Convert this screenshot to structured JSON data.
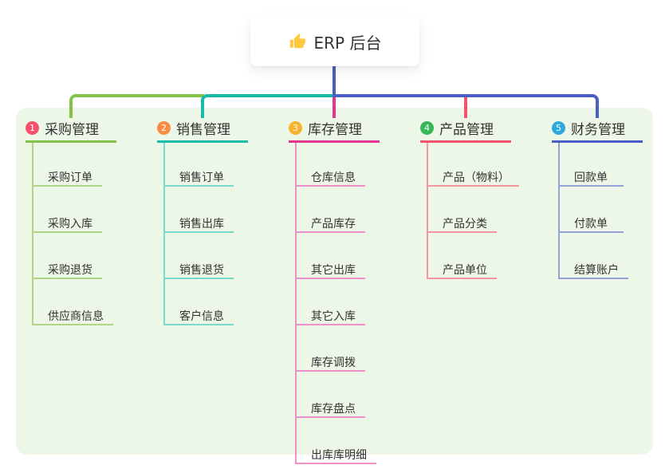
{
  "root": {
    "title": "ERP 后台",
    "icon": "thumbs-up-icon",
    "icon_color": "#FFC83D"
  },
  "connectors": {
    "stem_color": "#4A5EC4"
  },
  "branches": [
    {
      "number": "1",
      "label": "采购管理",
      "badge_color": "#F4516C",
      "line_color": "#84C24A",
      "child_line_color": "#AFD687",
      "children": [
        "采购订单",
        "采购入库",
        "采购退货",
        "供应商信息"
      ]
    },
    {
      "number": "2",
      "label": "销售管理",
      "badge_color": "#F98C41",
      "line_color": "#19BCA8",
      "child_line_color": "#7CD8C8",
      "children": [
        "销售订单",
        "销售出库",
        "销售退货",
        "客户信息"
      ]
    },
    {
      "number": "3",
      "label": "库存管理",
      "badge_color": "#F7B32B",
      "line_color": "#E0368F",
      "child_line_color": "#F090C6",
      "children": [
        "仓库信息",
        "产品库存",
        "其它出库",
        "其它入库",
        "库存调拨",
        "库存盘点",
        "出库库明细"
      ]
    },
    {
      "number": "4",
      "label": "产品管理",
      "badge_color": "#35B857",
      "line_color": "#F2536D",
      "child_line_color": "#F7939B",
      "children": [
        "产品（物料）",
        "产品分类",
        "产品单位"
      ]
    },
    {
      "number": "5",
      "label": "财务管理",
      "badge_color": "#2FA8DC",
      "line_color": "#4A5EC4",
      "child_line_color": "#92A2D8",
      "children": [
        "回款单",
        "付款单",
        "结算账户"
      ]
    }
  ]
}
